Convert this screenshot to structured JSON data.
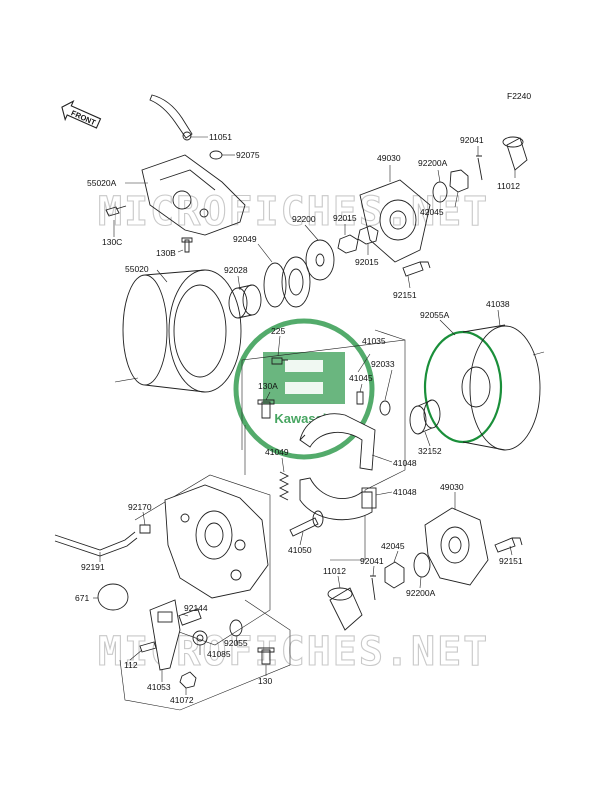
{
  "figure_code": "F2240",
  "front_label": "FRONT",
  "watermark": "MICROFICHES.NET",
  "brand_logo_text": "Kawasaki",
  "colors": {
    "green": "#1a8f3a",
    "line": "#222222",
    "watermark": "#c9c9c9"
  },
  "labels": {
    "p11051": "11051",
    "p92075": "92075",
    "p55020A": "55020A",
    "p130C": "130C",
    "p130B": "130B",
    "p92049": "92049",
    "p92200_top": "92200",
    "p92015_a": "92015",
    "p92015_b": "92015",
    "p49030_top": "49030",
    "p92200A_top": "92200A",
    "p92041_top": "92041",
    "p11012_top": "11012",
    "p42045_top": "42045",
    "p55020": "55020",
    "p92028": "92028",
    "p92151_top": "92151",
    "p92055A": "92055A",
    "p41038": "41038",
    "p225": "225",
    "p41035": "41035",
    "p92033": "92033",
    "p41045": "41045",
    "p130A": "130A",
    "p32152": "32152",
    "p41049": "41049",
    "p41048_a": "41048",
    "p41048_b": "41048",
    "p49030_bottom": "49030",
    "p92170": "92170",
    "p41050": "41050",
    "p42045_bottom": "42045",
    "p92191": "92191",
    "p92041_bottom": "92041",
    "p92151_bottom": "92151",
    "p11012_bottom": "11012",
    "p92200A_bottom": "92200A",
    "p671": "671",
    "p92144": "92144",
    "p92055": "92055",
    "p41085": "41085",
    "p112": "112",
    "p130": "130",
    "p41053": "41053",
    "p41072": "41072"
  }
}
